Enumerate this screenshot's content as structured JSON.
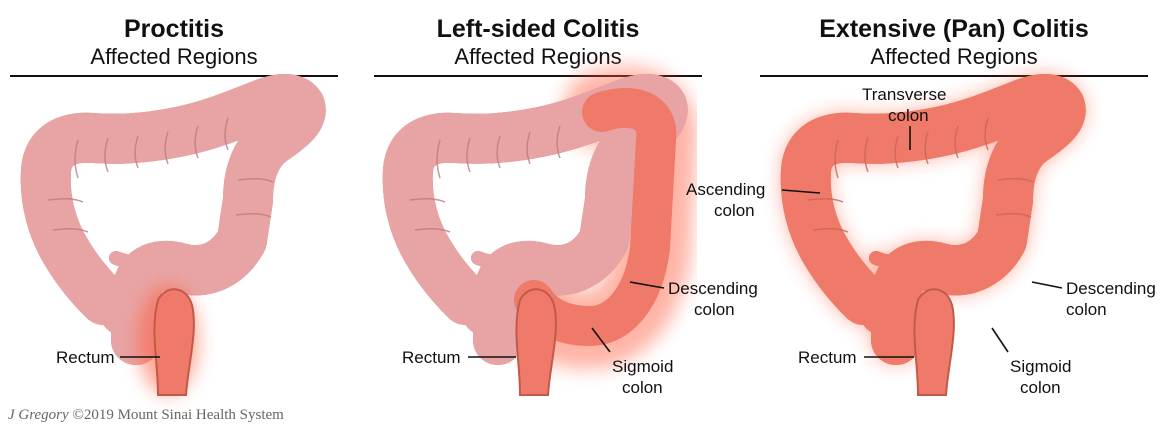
{
  "panels": [
    {
      "title": "Proctitis",
      "subtitle": "Affected Regions",
      "labels": {
        "rectum": "Rectum"
      }
    },
    {
      "title": "Left-sided Colitis",
      "subtitle": "Affected Regions",
      "labels": {
        "descending_1": "Descending",
        "descending_2": "colon",
        "sigmoid_1": "Sigmoid",
        "sigmoid_2": "colon",
        "rectum": "Rectum"
      }
    },
    {
      "title": "Extensive (Pan) Colitis",
      "subtitle": "Affected Regions",
      "labels": {
        "transverse_1": "Transverse",
        "transverse_2": "colon",
        "ascending_1": "Ascending",
        "ascending_2": "colon",
        "descending_1": "Descending",
        "descending_2": "colon",
        "sigmoid_1": "Sigmoid",
        "sigmoid_2": "colon",
        "rectum": "Rectum"
      }
    }
  ],
  "credit": {
    "author": "J Gregory",
    "rest": " ©2019 Mount Sinai Health System"
  },
  "colors": {
    "healthy": "#e8a4a4",
    "inflamed": "#f07a6a",
    "glow": "#ff5a3a",
    "outline": "#b46a6a"
  }
}
